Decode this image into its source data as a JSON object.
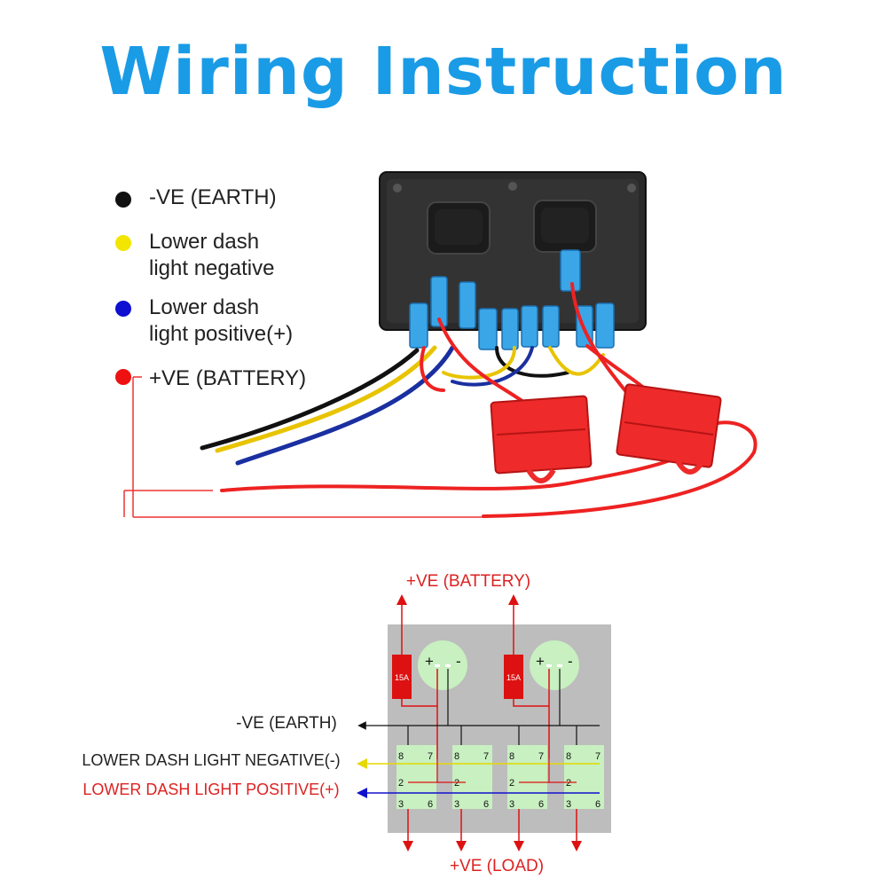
{
  "title": "Wiring Instruction",
  "legend": {
    "items": [
      {
        "label": "-VE (EARTH)",
        "color": "#111111"
      },
      {
        "label": "Lower dash\nlight negative",
        "color": "#f2e600"
      },
      {
        "label": "Lower dash\nlight positive(+)",
        "color": "#1010d0"
      },
      {
        "label": "+VE (BATTERY)",
        "color": "#ee1111"
      }
    ]
  },
  "schematic": {
    "battery_label": "+VE (BATTERY)",
    "earth_label": "-VE (EARTH)",
    "neg_label": "LOWER DASH LIGHT NEGATIVE(-)",
    "pos_label": "LOWER DASH LIGHT POSITIVE(+)",
    "load_label": "+VE (LOAD)",
    "fuse_label": "15A",
    "usb_plus": "+",
    "usb_minus": "-",
    "pins": [
      "8",
      "7",
      "2",
      "3",
      "6"
    ]
  }
}
